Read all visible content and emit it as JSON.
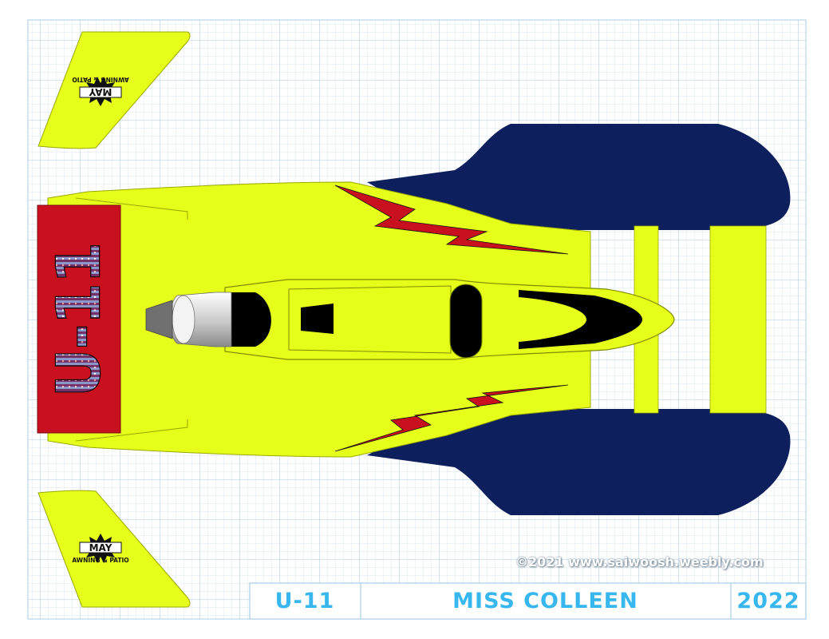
{
  "title_block": {
    "number": "U-11",
    "name": "MISS COLLEEN",
    "year": "2022"
  },
  "copyright": "©2021 www.saiwoosh.weebly.com",
  "tail_number": "U-11",
  "sponsor": {
    "logo_word": "MAY",
    "line": "AWNING & PATIO"
  },
  "colors": {
    "hull_yellow": "#e6ff1a",
    "sponson_navy": "#0d1f5c",
    "wing_red": "#c8101e",
    "grid_blue": "#b9d7ea",
    "title_text": "#38b6ee"
  }
}
